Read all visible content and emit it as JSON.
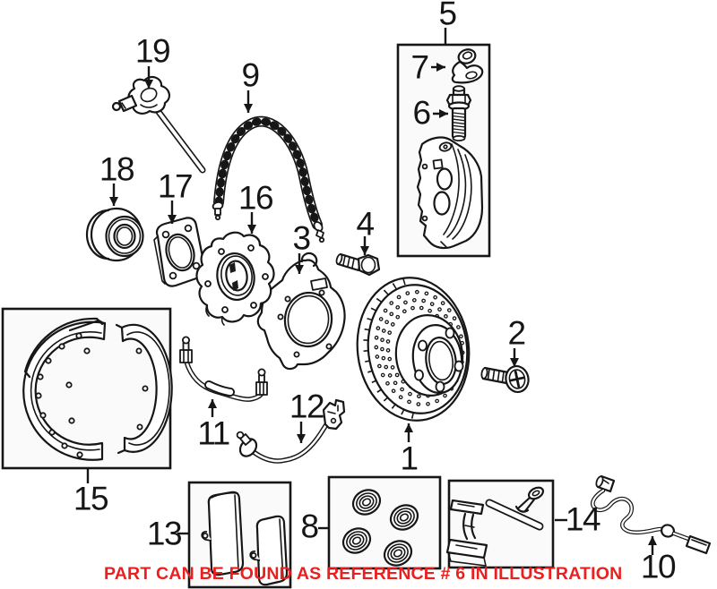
{
  "diagram": {
    "kind": "exploded-parts-illustration",
    "subject": "disc brake assembly",
    "notice": {
      "text": "PART CAN BE FOUND AS REFERENCE # 6 IN ILLUSTRATION",
      "color": "#e8201f"
    },
    "style": {
      "line_color": "#161616",
      "background": "#ffffff",
      "group_box_fill": "#fafafa"
    },
    "callouts": [
      {
        "ref": "1",
        "part": "brake-rotor"
      },
      {
        "ref": "2",
        "part": "rotor-set-screw"
      },
      {
        "ref": "3",
        "part": "brake-backing-plate"
      },
      {
        "ref": "4",
        "part": "caliper-mounting-bolt"
      },
      {
        "ref": "5",
        "part": "brake-caliper-assembly"
      },
      {
        "ref": "6",
        "part": "caliper-guide-bolt"
      },
      {
        "ref": "7",
        "part": "retaining-clip"
      },
      {
        "ref": "8",
        "part": "piston-seal-kit"
      },
      {
        "ref": "9",
        "part": "brake-hose"
      },
      {
        "ref": "10",
        "part": "abs-wheel-speed-sensor"
      },
      {
        "ref": "11",
        "part": "brake-line"
      },
      {
        "ref": "12",
        "part": "brake-line-with-bracket"
      },
      {
        "ref": "13",
        "part": "brake-pad-set"
      },
      {
        "ref": "14",
        "part": "pad-retaining-spring-kit"
      },
      {
        "ref": "15",
        "part": "parking-brake-shoe-set"
      },
      {
        "ref": "16",
        "part": "wheel-hub"
      },
      {
        "ref": "17",
        "part": "hub-gasket-plate"
      },
      {
        "ref": "18",
        "part": "wheel-bearing"
      },
      {
        "ref": "19",
        "part": "wheel-speed-sensor"
      }
    ]
  }
}
